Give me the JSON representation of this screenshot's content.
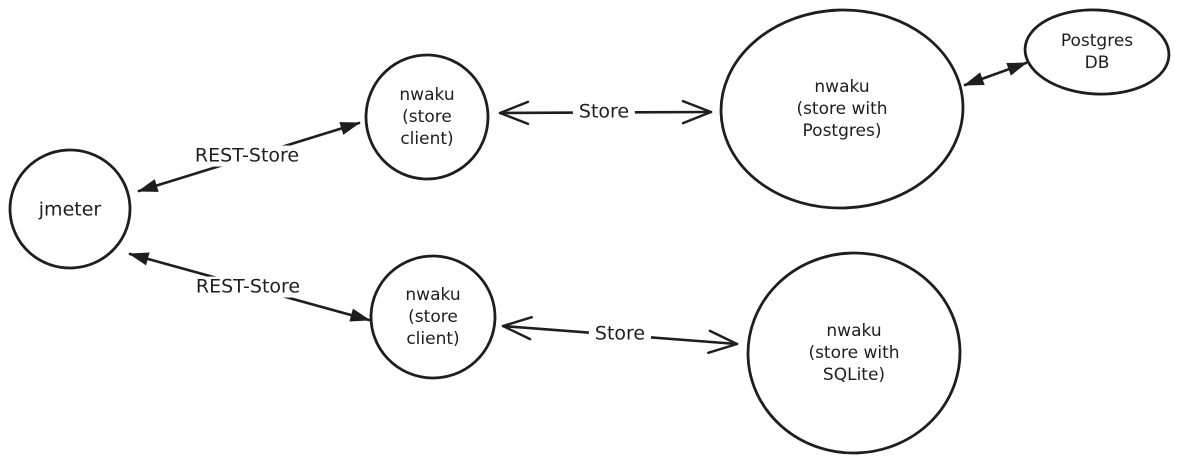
{
  "colors": {
    "ink": "#1e1e1e",
    "background": "#ffffff"
  },
  "diagram": {
    "style": "hand-drawn sketch (whiteboard style)",
    "nodes": [
      {
        "id": "jmeter",
        "shape": "circle",
        "label": "jmeter"
      },
      {
        "id": "store-client-top",
        "shape": "circle",
        "label": "nwaku\n(store\nclient)"
      },
      {
        "id": "store-with-postgres",
        "shape": "circle",
        "label": "nwaku\n(store with\nPostgres)"
      },
      {
        "id": "postgres-db",
        "shape": "ellipse",
        "label": "Postgres\nDB"
      },
      {
        "id": "store-client-bottom",
        "shape": "circle",
        "label": "nwaku\n(store\nclient)"
      },
      {
        "id": "store-with-sqlite",
        "shape": "circle",
        "label": "nwaku\n(store with\nSQLite)"
      }
    ],
    "edges": [
      {
        "from": "jmeter",
        "to": "store-client-top",
        "label": "REST-Store",
        "arrows": "both-filled"
      },
      {
        "from": "jmeter",
        "to": "store-client-bottom",
        "label": "REST-Store",
        "arrows": "both-filled"
      },
      {
        "from": "store-client-top",
        "to": "store-with-postgres",
        "label": "Store",
        "arrows": "both-open"
      },
      {
        "from": "store-client-bottom",
        "to": "store-with-sqlite",
        "label": "Store",
        "arrows": "both-open"
      },
      {
        "from": "store-with-postgres",
        "to": "postgres-db",
        "label": "",
        "arrows": "both-filled"
      }
    ]
  }
}
